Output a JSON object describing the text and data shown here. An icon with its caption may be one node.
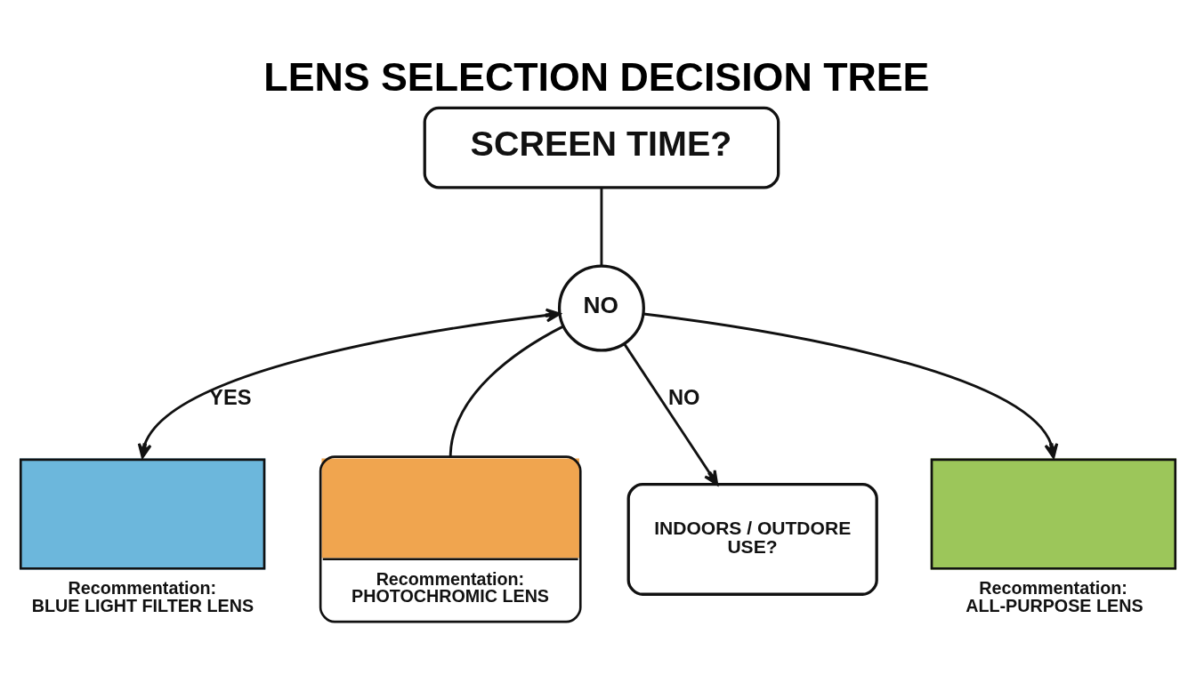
{
  "diagram": {
    "title": "LENS SELECTION DECISION TREE",
    "nodes": [
      {
        "text": [
          "SCREEN TIME?"
        ]
      },
      {
        "text": [
          "NO"
        ]
      },
      {
        "text": [],
        "shape": "box",
        "beside": [
          "Recommentation:",
          "BLUE LIGHT FILTER LENS"
        ]
      },
      {
        "text": [
          "Recommentation:",
          "PHOTOCHROMIC LENS"
        ]
      },
      {
        "text": [
          "INDOORS / OUTDORE USE?"
        ]
      },
      {
        "text": [],
        "shape": "box",
        "beside": [
          "Recommentation:",
          "ALL-PURPOSE LENS"
        ]
      }
    ],
    "edges": [
      {
        "from": 0,
        "to": 1,
        "arrow": "none"
      },
      {
        "from": 1,
        "to": 2,
        "arrow": "both",
        "label": "YES"
      },
      {
        "from": 1,
        "to": 3,
        "arrow": "none"
      },
      {
        "from": 1,
        "to": 4,
        "arrow": "to",
        "label": "NO"
      },
      {
        "from": 1,
        "to": 5,
        "arrow": "to"
      }
    ]
  }
}
